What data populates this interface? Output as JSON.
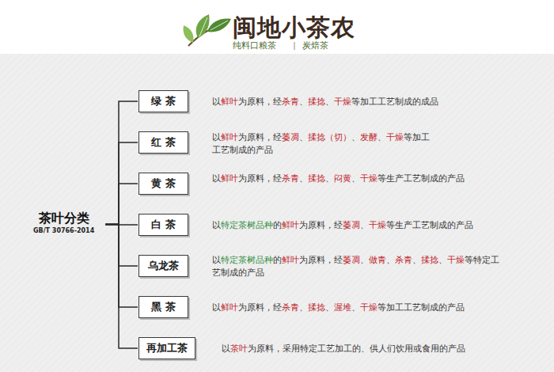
{
  "diagram": {
    "title": "闽地小茶农",
    "nodes": [
      {
        "text": [
          "茶叶分类",
          "GB/T 30766-2014"
        ]
      },
      {
        "text": [
          "绿 茶"
        ]
      },
      {
        "text": [
          "红 茶"
        ]
      },
      {
        "text": [
          "黄 茶"
        ]
      },
      {
        "text": [
          "白 茶"
        ]
      },
      {
        "text": [
          "乌龙茶"
        ]
      },
      {
        "text": [
          "黑 茶"
        ]
      },
      {
        "text": [
          "再加工茶"
        ]
      }
    ],
    "edges": [
      {
        "from": 0,
        "to": 1,
        "arrow": "none"
      },
      {
        "from": 0,
        "to": 2,
        "arrow": "none"
      },
      {
        "from": 0,
        "to": 3,
        "arrow": "none"
      },
      {
        "from": 0,
        "to": 4,
        "arrow": "none"
      },
      {
        "from": 0,
        "to": 5,
        "arrow": "none"
      },
      {
        "from": 0,
        "to": 6,
        "arrow": "none"
      },
      {
        "from": 0,
        "to": 7,
        "arrow": "none"
      }
    ],
    "labels": [
      "纯料口粮茶",
      "炭焙茶",
      "以鲜叶为原料，经杀青、揉捻、干燥等加工工艺制成的成品",
      "以鲜叶为原料，经萎凋、揉捻（切）、发酵、干燥等加工工艺制成的产品",
      "以鲜叶为原料，经杀青、揉捻、闷黄、干燥等生产工艺制成的产品",
      "以特定茶树品种的鲜叶为原料，经萎凋、干燥等生产工艺制成的产品",
      "以特定茶树品种的鲜叶为原料，经萎凋、做青、杀青、揉捻、干燥等特定工艺制成的产品",
      "以鲜叶为原料，经杀青、揉捻、渥堆、干燥等加工工艺制成的产品",
      "以茶叶为原料，采用特定工艺加工的、供人们饮用或食用的产品"
    ]
  }
}
